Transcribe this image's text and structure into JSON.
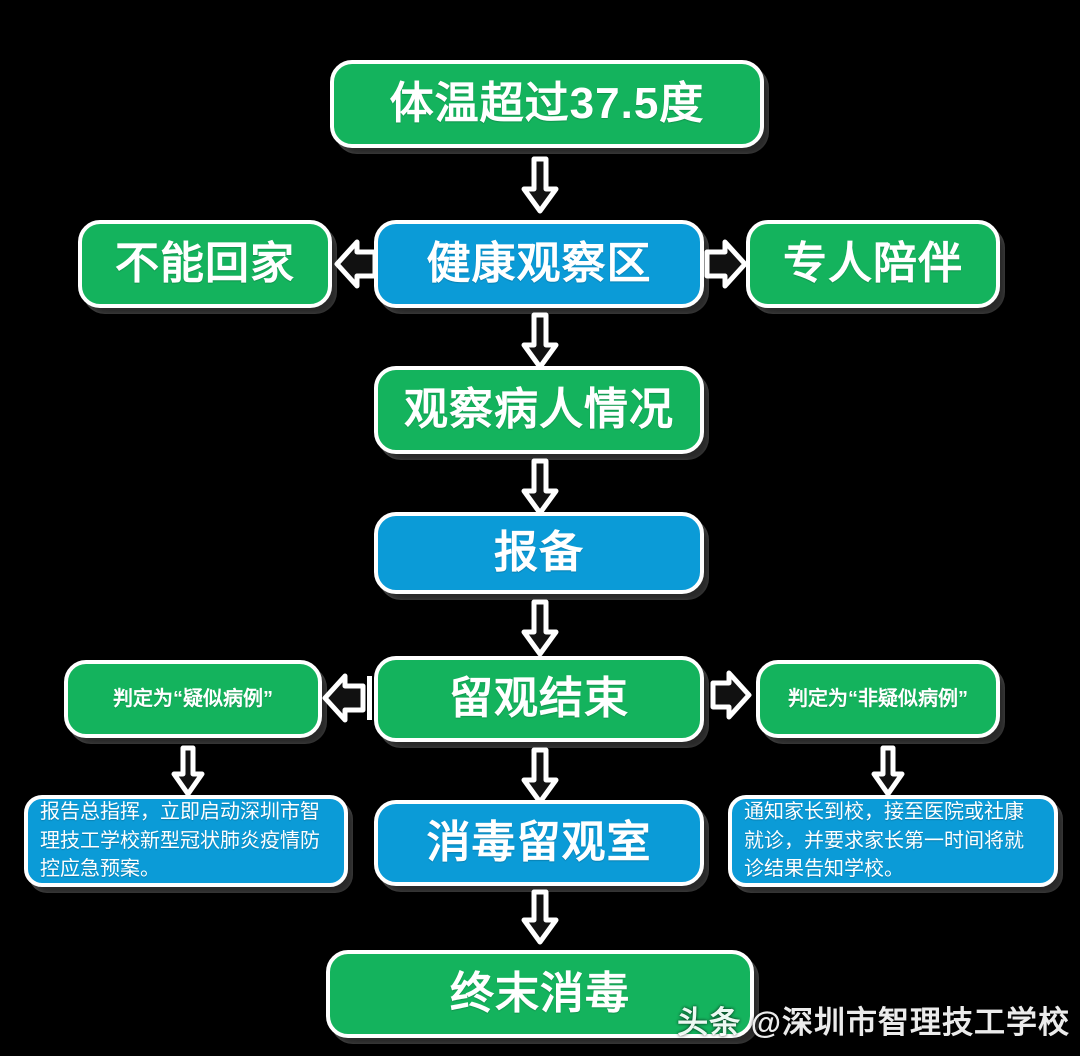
{
  "diagram": {
    "title_node": {
      "text": "体温超过37.5度",
      "color": "green"
    },
    "nodes": [
      {
        "id": "n1",
        "text": "体温超过37.5度",
        "color": "green"
      },
      {
        "id": "n2l",
        "text": "不能回家",
        "color": "green"
      },
      {
        "id": "n2c",
        "text": "健康观察区",
        "color": "blue"
      },
      {
        "id": "n2r",
        "text": "专人陪伴",
        "color": "green"
      },
      {
        "id": "n3",
        "text": "观察病人情况",
        "color": "green"
      },
      {
        "id": "n4",
        "text": "报备",
        "color": "blue"
      },
      {
        "id": "n5l",
        "text": "判定为“疑似病例”",
        "color": "green"
      },
      {
        "id": "n5c",
        "text": "留观结束",
        "color": "green"
      },
      {
        "id": "n5r",
        "text": "判定为“非疑似病例”",
        "color": "green"
      },
      {
        "id": "n6l",
        "text": "报告总指挥，立即启动深圳市智理技工学校新型冠状肺炎疫情防控应急预案。",
        "color": "blue"
      },
      {
        "id": "n6c",
        "text": "消毒留观室",
        "color": "blue"
      },
      {
        "id": "n6r",
        "text": "通知家长到校，接至医院或社康就诊，并要求家长第一时间将就诊结果告知学校。",
        "color": "blue"
      },
      {
        "id": "n7",
        "text": "终末消毒",
        "color": "green"
      }
    ],
    "arrows": [
      {
        "id": "a1",
        "direction": "down",
        "from": "n1",
        "to": "n2c"
      },
      {
        "id": "a2",
        "direction": "left",
        "from": "n2c",
        "to": "n2l"
      },
      {
        "id": "a3",
        "direction": "right",
        "from": "n2c",
        "to": "n2r"
      },
      {
        "id": "a4",
        "direction": "down",
        "from": "n2c",
        "to": "n3"
      },
      {
        "id": "a5",
        "direction": "down",
        "from": "n3",
        "to": "n4"
      },
      {
        "id": "a6",
        "direction": "down",
        "from": "n4",
        "to": "n5c"
      },
      {
        "id": "a7",
        "direction": "left",
        "from": "n5c",
        "to": "n5l"
      },
      {
        "id": "a8",
        "direction": "right",
        "from": "n5c",
        "to": "n5r"
      },
      {
        "id": "a9",
        "direction": "down",
        "from": "n5l",
        "to": "n6l"
      },
      {
        "id": "a10",
        "direction": "down",
        "from": "n5c",
        "to": "n6c"
      },
      {
        "id": "a11",
        "direction": "down",
        "from": "n5r",
        "to": "n6r"
      },
      {
        "id": "a12",
        "direction": "down",
        "from": "n6c",
        "to": "n7"
      }
    ],
    "colors": {
      "green": "#14b35d",
      "blue": "#0b9bd7",
      "background": "#000000",
      "border": "#ffffff",
      "text": "#ffffff"
    }
  },
  "watermark": {
    "text": "头条 @深圳市智理技工学校"
  }
}
